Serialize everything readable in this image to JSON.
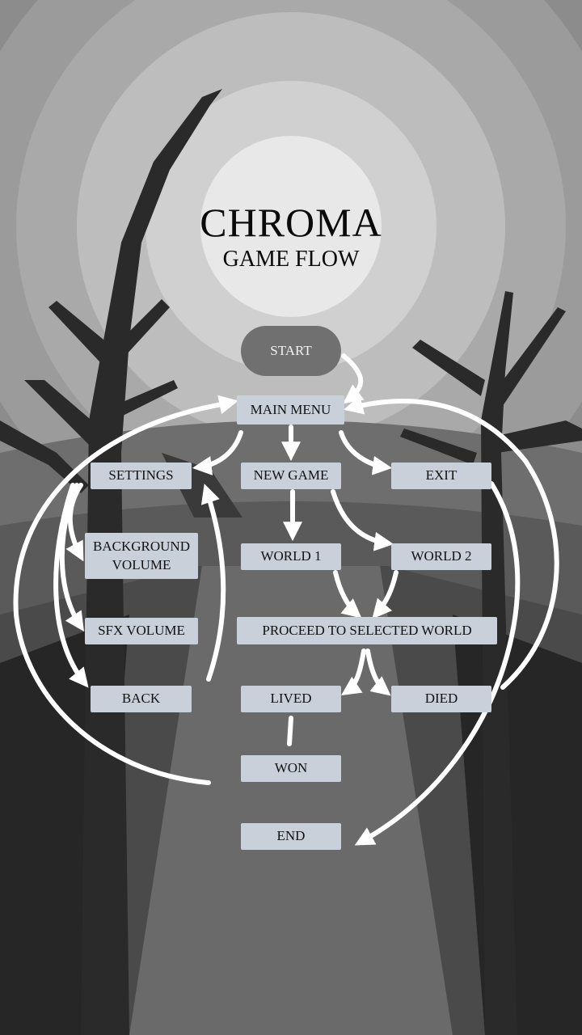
{
  "title": "CHROMA",
  "subtitle": "GAME FLOW",
  "nodes": {
    "start": "START",
    "main_menu": "MAIN MENU",
    "settings": "SETTINGS",
    "new_game": "NEW GAME",
    "exit": "EXIT",
    "background_volume_1": "BACKGROUND",
    "background_volume_2": "VOLUME",
    "world1": "WORLD 1",
    "world2": "WORLD 2",
    "sfx_volume": "SFX VOLUME",
    "proceed": "PROCEED TO SELECTED WORLD",
    "back": "BACK",
    "lived": "LIVED",
    "died": "DIED",
    "won": "WON",
    "end": "END"
  },
  "colors": {
    "node_fill": "#c9d0da",
    "start_fill": "#707070",
    "arrow": "#ffffff",
    "moon_core": "#e8e8e8"
  }
}
